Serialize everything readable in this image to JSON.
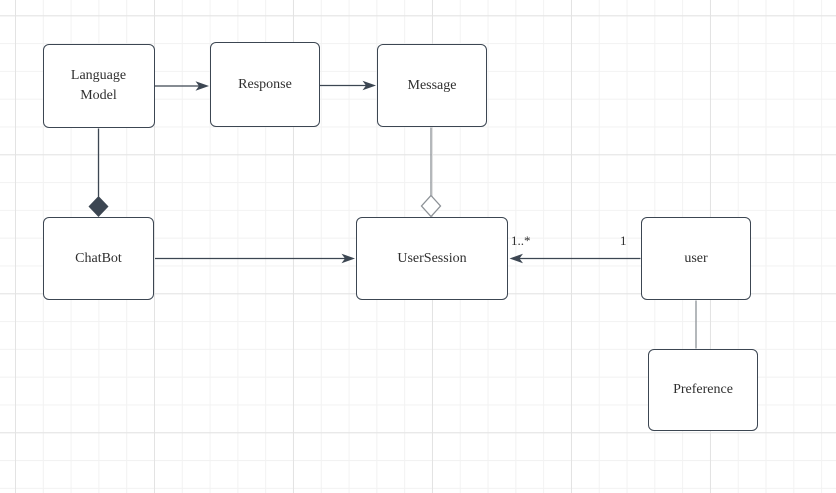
{
  "app": {
    "title": "UML class diagram canvas"
  },
  "colors": {
    "background": "#ffffff",
    "grid_minor": "#f2f2f2",
    "grid_major": "#e3e3e3",
    "node_fill": "#ffffff",
    "node_border": "#3c4652",
    "text": "#2f2f2f",
    "edge_dark": "#3c4652",
    "edge_gray": "#8c9196",
    "open_diamond_fill": "#ffffff"
  },
  "diagram": {
    "nodes": [
      {
        "id": "language-model",
        "label": "Language\nModel"
      },
      {
        "id": "response",
        "label": "Response"
      },
      {
        "id": "message",
        "label": "Message"
      },
      {
        "id": "chatbot",
        "label": "ChatBot"
      },
      {
        "id": "user-session",
        "label": "UserSession"
      },
      {
        "id": "user",
        "label": "user"
      },
      {
        "id": "preference",
        "label": "Preference"
      }
    ],
    "edges": [
      {
        "from": "language-model",
        "to": "response",
        "type": "directed-arrow"
      },
      {
        "from": "response",
        "to": "message",
        "type": "directed-arrow"
      },
      {
        "from": "language-model",
        "to": "chatbot",
        "type": "composition-filled-diamond"
      },
      {
        "from": "message",
        "to": "user-session",
        "type": "aggregation-open-diamond"
      },
      {
        "from": "chatbot",
        "to": "user-session",
        "type": "directed-arrow"
      },
      {
        "from": "user",
        "to": "user-session",
        "type": "directed-arrow",
        "source_label": "1",
        "target_label": "1..*"
      },
      {
        "from": "user",
        "to": "preference",
        "type": "plain-line"
      }
    ]
  }
}
